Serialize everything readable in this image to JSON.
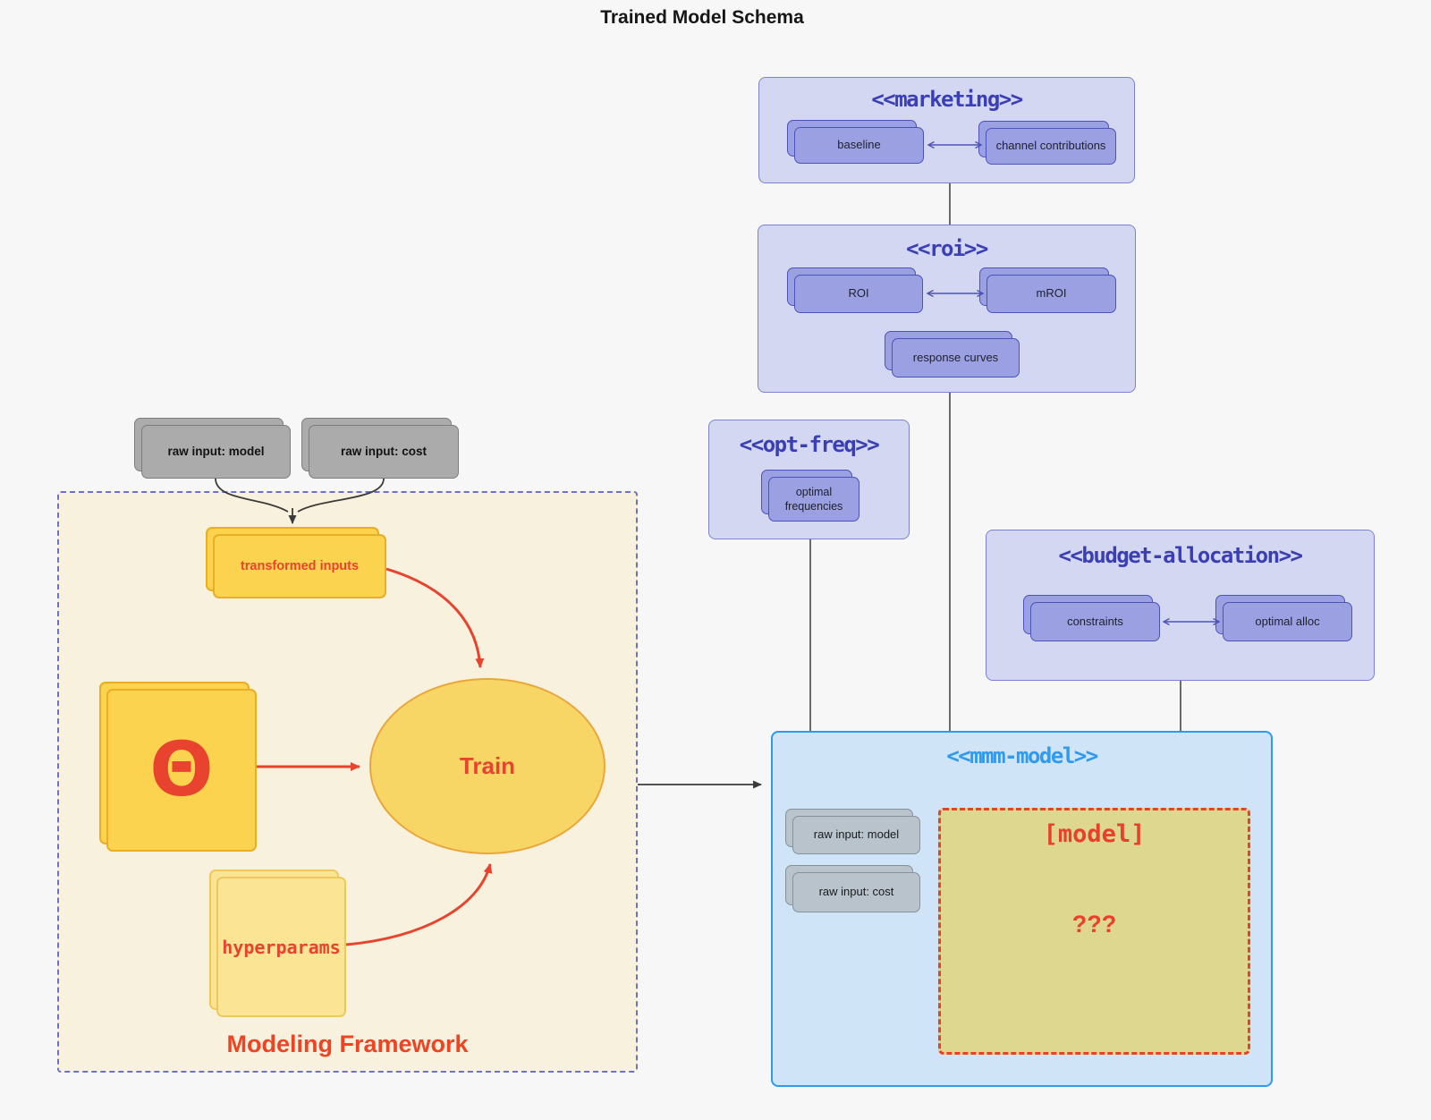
{
  "title": "Trained Model Schema",
  "colors": {
    "purple_container_bg": "#d4d7f1",
    "purple_container_border": "#7b80d4",
    "purple_title_text": "#3a3fb5",
    "purple_node_bg": "#9aa0e2",
    "purple_node_border": "#4c53b8",
    "blue_container_bg": "#cfe4f6",
    "blue_container_border": "#2e9bf0",
    "blue_title_text": "#2e9bf0",
    "gray_node_bg": "#ababab",
    "grayblue_node_bg": "#b9c3cc",
    "cream_framework_bg": "#f8f1dd",
    "framework_dashed_border": "#6a71cf",
    "yellow_node_bg": "#fbd34f",
    "pale_yellow_node_bg": "#fbe493",
    "train_ellipse_bg": "#f8d666",
    "khaki_model_bg": "#ddd78f",
    "red_accent": "#e8432e",
    "edge_line": "#3b3b3b"
  },
  "groups": {
    "marketing": {
      "title": "<<marketing>>",
      "nodes": {
        "baseline": "baseline",
        "channel_contributions": "channel contributions"
      }
    },
    "roi": {
      "title": "<<roi>>",
      "nodes": {
        "roi": "ROI",
        "mroi": "mROI",
        "response_curves": "response curves"
      }
    },
    "opt_freq": {
      "title": "<<opt-freq>>",
      "nodes": {
        "optimal_frequencies": "optimal frequencies"
      }
    },
    "budget_allocation": {
      "title": "<<budget-allocation>>",
      "nodes": {
        "constraints": "constraints",
        "optimal_alloc": "optimal alloc"
      }
    },
    "mmm_model": {
      "title": "<<mmm-model>>",
      "nodes": {
        "raw_input_model": "raw input: model",
        "raw_input_cost": "raw input: cost",
        "model_box": "[model]",
        "unknown": "???"
      }
    },
    "modeling_framework": {
      "label": "Modeling Framework",
      "nodes": {
        "transformed_inputs": "transformed inputs",
        "theta": "Θ",
        "train": "Train",
        "hyperparams": "hyperparams"
      }
    }
  },
  "external_inputs": {
    "raw_input_model": "raw input: model",
    "raw_input_cost": "raw input: cost"
  }
}
